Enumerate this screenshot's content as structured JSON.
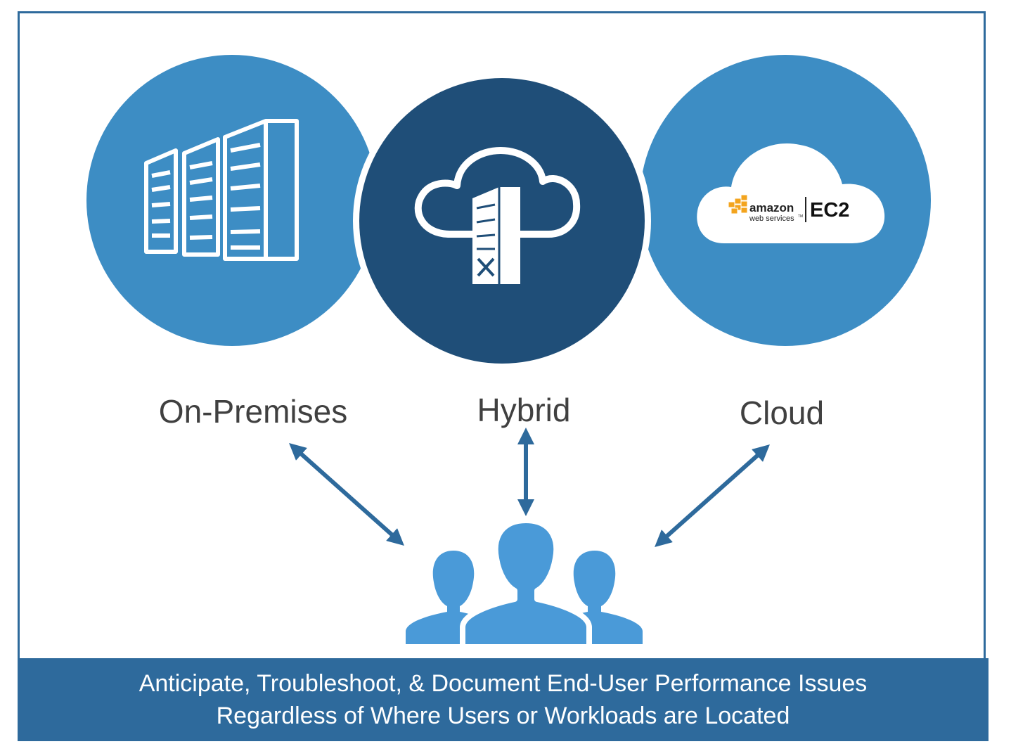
{
  "deployments": [
    {
      "label": "On-Premises",
      "icon": "server-rack-icon"
    },
    {
      "label": "Hybrid",
      "icon": "cloud-server-icon"
    },
    {
      "label": "Cloud",
      "icon": "cloud-icon"
    }
  ],
  "cloud_logo": {
    "brand": "amazon",
    "sub": "web services",
    "tm": "TM",
    "product": "EC2"
  },
  "users_icon": "users-group-icon",
  "banner": {
    "line1": "Anticipate, Troubleshoot, & Document End-User Performance Issues",
    "line2": "Regardless of Where Users or Workloads are Located"
  },
  "colors": {
    "circle_light": "#3d8dc4",
    "circle_dark": "#1f4e78",
    "arrow": "#2e6a9c",
    "banner": "#2e6a9c",
    "users": "#4a9ad8",
    "aws_orange": "#f3a41e"
  }
}
